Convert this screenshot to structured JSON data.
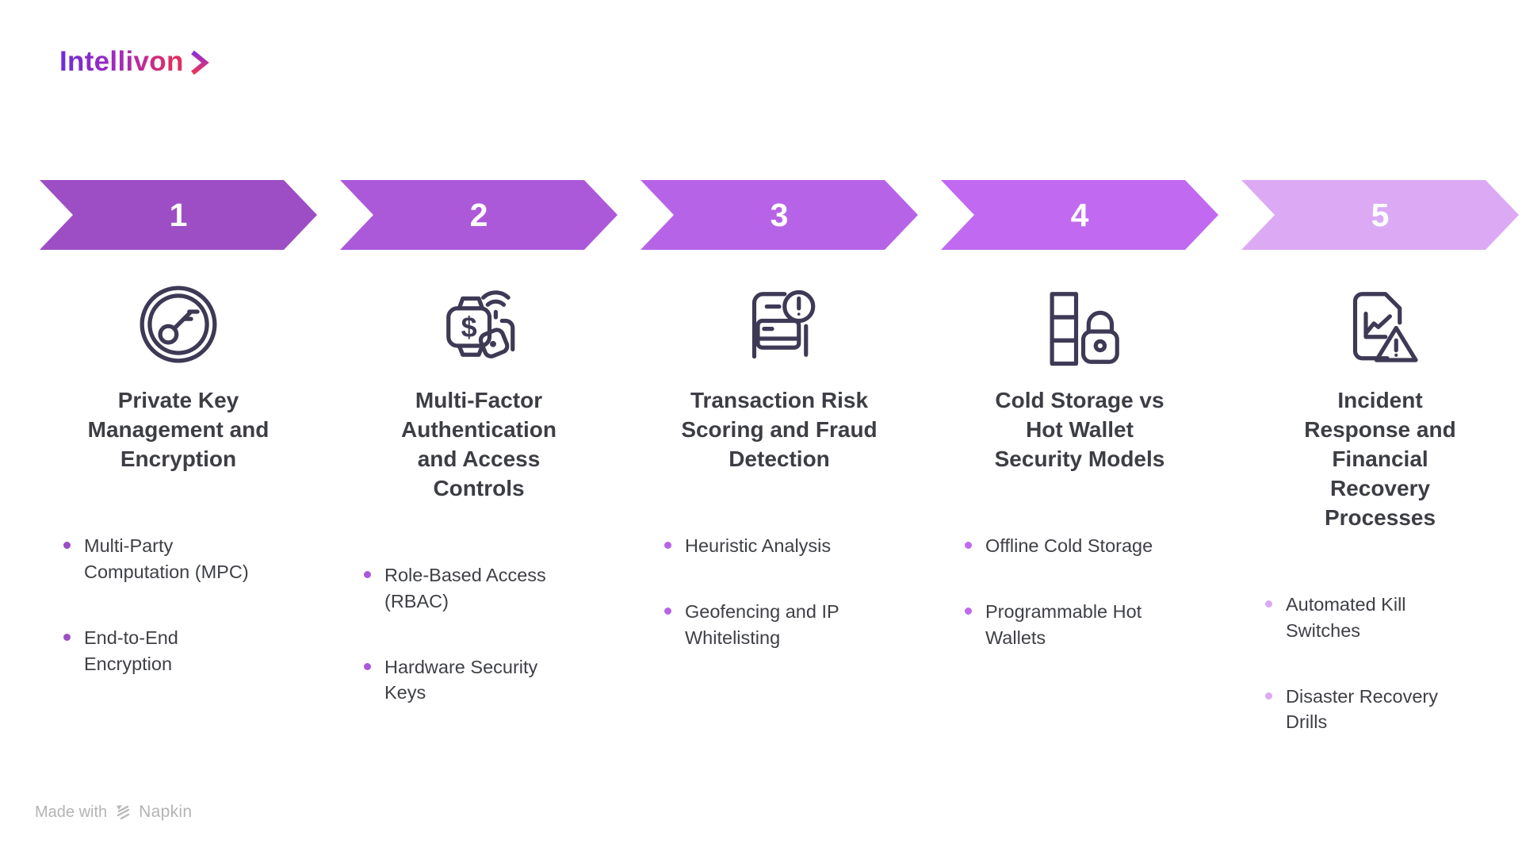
{
  "brand": {
    "name": "Intellivon"
  },
  "theme": {
    "icon_color": "#3e3955",
    "title_color": "#3d3e44",
    "text_color": "#3f4046",
    "footer_color": "#b4b4b4",
    "logo_gradient": [
      "#6f2bd8",
      "#a32bbd",
      "#e02e62"
    ],
    "arrow_text_color": "#ffffff"
  },
  "steps": [
    {
      "number": "1",
      "color": "#9d4ec5",
      "icon": "key-seal-icon",
      "title": "Private Key\nManagement and\nEncryption",
      "bullets": [
        "Multi-Party\nComputation (MPC)",
        "End-to-End\nEncryption"
      ]
    },
    {
      "number": "2",
      "color": "#ac59d9",
      "icon": "wallet-payment-icon",
      "title": "Multi-Factor\nAuthentication\nand Access\nControls",
      "bullets": [
        "Role-Based Access\n(RBAC)",
        "Hardware Security\nKeys"
      ]
    },
    {
      "number": "3",
      "color": "#b763e7",
      "icon": "terminal-alert-icon",
      "title": "Transaction Risk\nScoring and Fraud\nDetection",
      "bullets": [
        "Heuristic Analysis",
        "Geofencing and IP\nWhitelisting"
      ]
    },
    {
      "number": "4",
      "color": "#c169f0",
      "icon": "storage-lock-icon",
      "title": "Cold Storage vs\nHot Wallet\nSecurity Models",
      "bullets": [
        "Offline Cold Storage",
        "Programmable Hot\nWallets"
      ]
    },
    {
      "number": "5",
      "color": "#dcaaf4",
      "icon": "document-warning-icon",
      "title": "Incident\nResponse and\nFinancial\nRecovery\nProcesses",
      "bullets": [
        "Automated Kill\nSwitches",
        "Disaster Recovery\nDrills"
      ]
    }
  ],
  "footer": {
    "prefix": "Made with",
    "brand": "Napkin"
  }
}
